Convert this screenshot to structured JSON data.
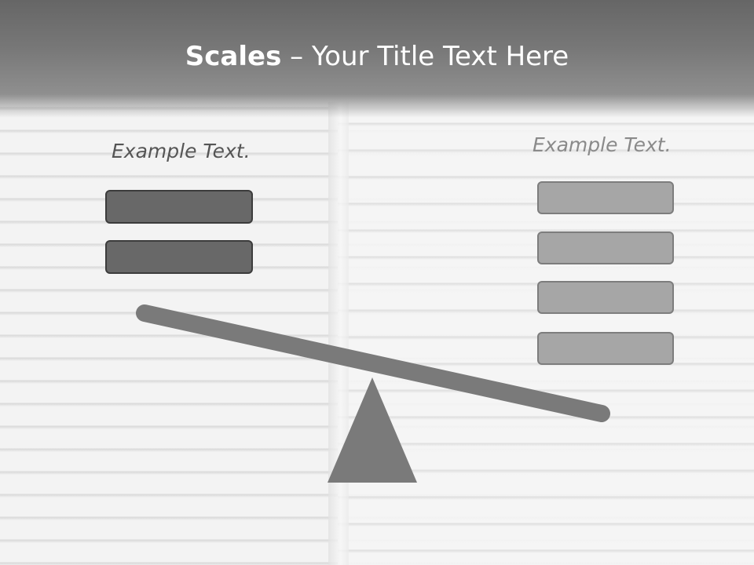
{
  "slide": {
    "title_bold": "Scales",
    "title_rest": " – Your Title Text Here"
  },
  "left": {
    "label": "Example Text.",
    "box_count": 2,
    "box_color": "#686868"
  },
  "right": {
    "label": "Example Text.",
    "box_count": 4,
    "box_color": "#a6a6a6"
  },
  "scale": {
    "beam_color": "#7a7a7a",
    "pivot_color": "#7a7a7a",
    "tilt": "left-up"
  }
}
